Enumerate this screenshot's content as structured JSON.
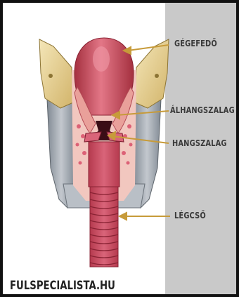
{
  "labels": {
    "epiglottis": "GÉGEFEDŐ",
    "false_vocal_cord": "ÁLHANGSZALAG",
    "vocal_cord": "HANGSZALAG",
    "trachea": "LÉGCSŐ"
  },
  "footer": "FULSPECIALISTA.HU",
  "colors": {
    "panel": "#c9c9c9",
    "arrow": "#c79b3a",
    "flesh": "#c84a60",
    "cartilage": "#ecd9a0",
    "gray_cartilage": "#9aa3ad"
  }
}
